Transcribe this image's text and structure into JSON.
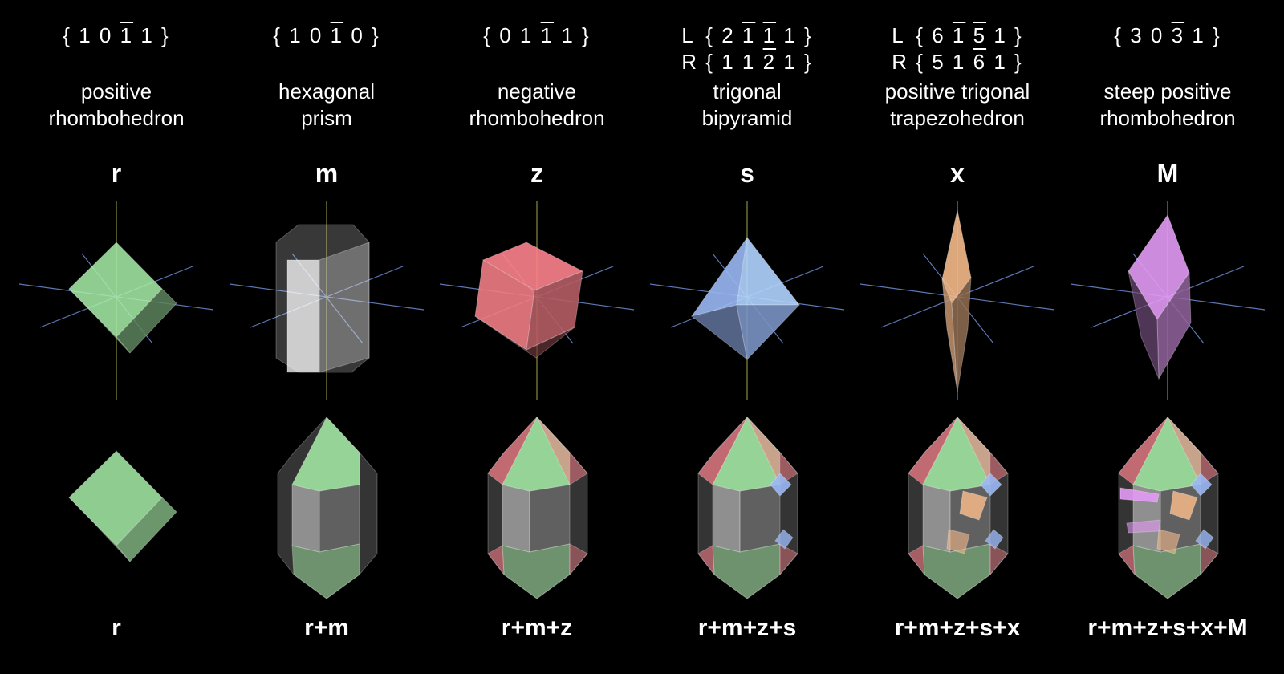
{
  "columns": [
    {
      "miller": [
        {
          "side": "",
          "digits": [
            "1",
            "0",
            "1",
            "1"
          ],
          "bars": [
            2
          ]
        }
      ],
      "name": [
        "positive",
        "rhombohedron"
      ],
      "letter": "r",
      "color": "#a8f0a8",
      "combination": "r"
    },
    {
      "miller": [
        {
          "side": "",
          "digits": [
            "1",
            "0",
            "1",
            "0"
          ],
          "bars": [
            2
          ]
        }
      ],
      "name": [
        "hexagonal",
        "prism"
      ],
      "letter": "m",
      "color": "#e0e0e0",
      "combination": "r+m"
    },
    {
      "miller": [
        {
          "side": "",
          "digits": [
            "0",
            "1",
            "1",
            "1"
          ],
          "bars": [
            2
          ]
        }
      ],
      "name": [
        "negative",
        "rhombohedron"
      ],
      "letter": "z",
      "color": "#f07c85",
      "combination": "r+m+z"
    },
    {
      "miller": [
        {
          "side": "L",
          "digits": [
            "2",
            "1",
            "1",
            "1"
          ],
          "bars": [
            1,
            2
          ]
        },
        {
          "side": "R",
          "digits": [
            "1",
            "1",
            "2",
            "1"
          ],
          "bars": [
            2
          ]
        }
      ],
      "name": [
        "trigonal",
        "bipyramid"
      ],
      "letter": "s",
      "color": "#9ab8f5",
      "combination": "r+m+z+s"
    },
    {
      "miller": [
        {
          "side": "L",
          "digits": [
            "6",
            "1",
            "5",
            "1"
          ],
          "bars": [
            1,
            2
          ]
        },
        {
          "side": "R",
          "digits": [
            "5",
            "1",
            "6",
            "1"
          ],
          "bars": [
            2
          ]
        }
      ],
      "name": [
        "positive trigonal",
        "trapezohedron"
      ],
      "letter": "x",
      "color": "#f5b98a",
      "combination": "r+m+z+s+x"
    },
    {
      "miller": [
        {
          "side": "",
          "digits": [
            "3",
            "0",
            "3",
            "1"
          ],
          "bars": [
            2
          ]
        }
      ],
      "name": [
        "steep positive",
        "rhombohedron"
      ],
      "letter": "M",
      "color": "#e39af5",
      "combination": "r+m+z+s+x+M"
    }
  ]
}
